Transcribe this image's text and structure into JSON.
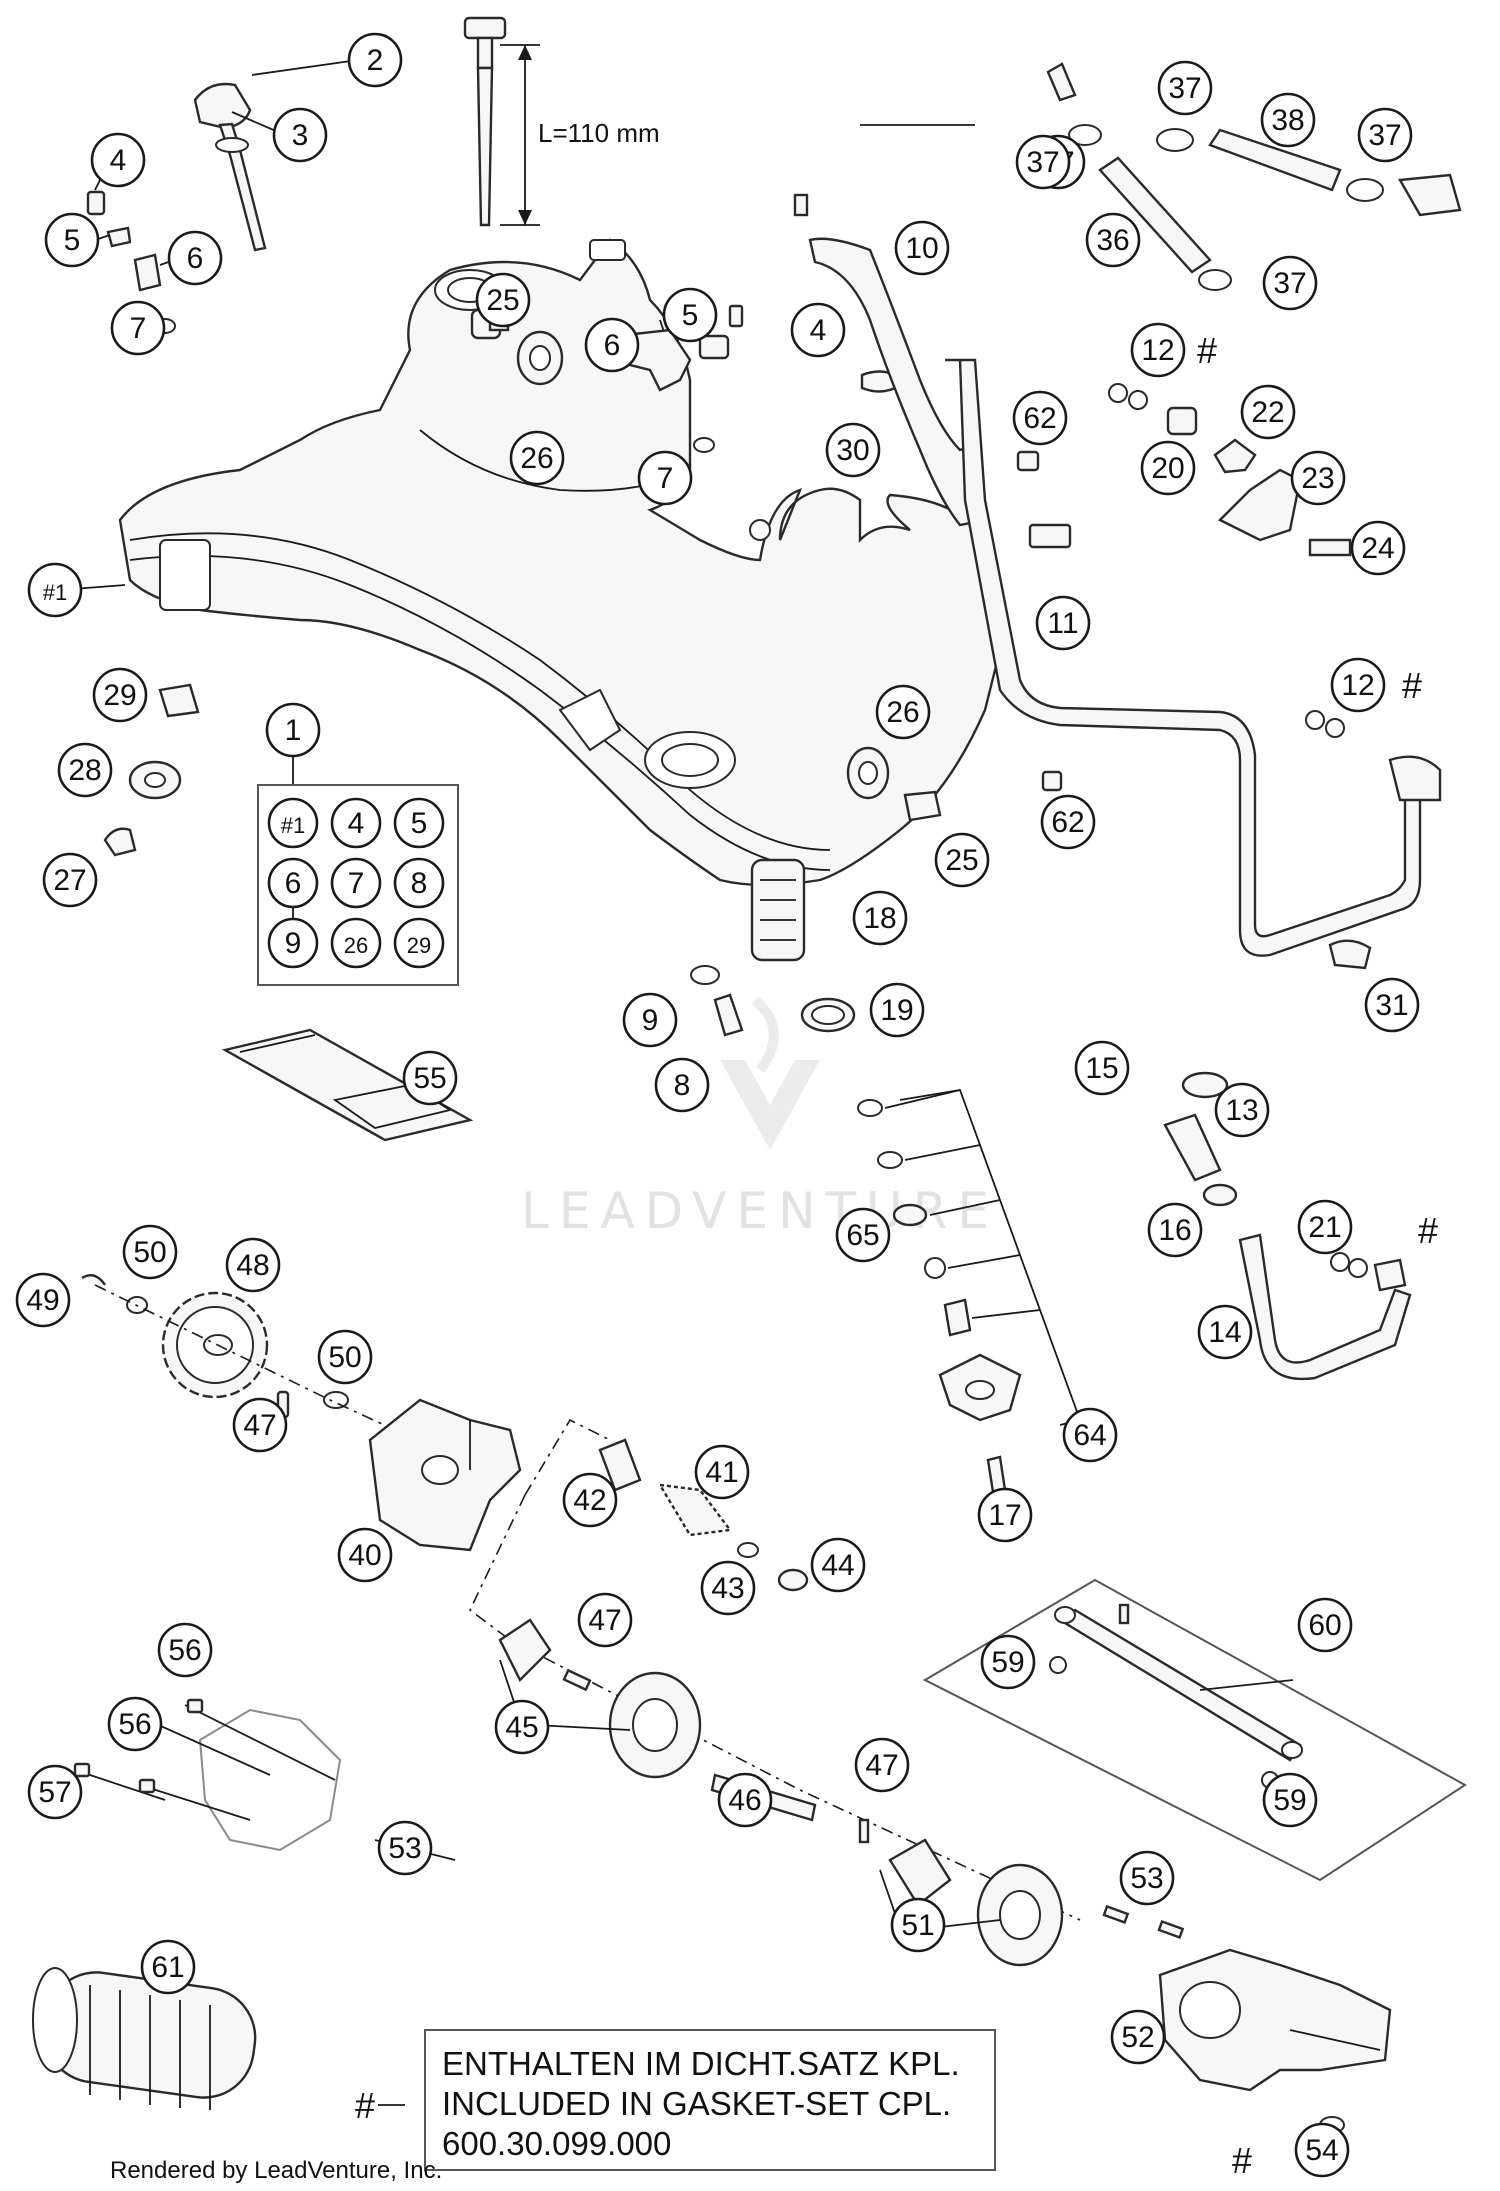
{
  "dimension_label": "L=110 mm",
  "watermark": "LEADVENTURE",
  "footer_credit": "Rendered by LeadVenture, Inc.",
  "legend": {
    "marker": "#",
    "lines": [
      "ENTHALTEN IM DICHT.SATZ KPL.",
      "INCLUDED IN GASKET-SET CPL.",
      "600.30.099.000"
    ]
  },
  "kit": {
    "label": "1",
    "items": [
      "#1",
      "4",
      "5",
      "6",
      "7",
      "8",
      "9",
      "26",
      "29"
    ]
  },
  "callouts": [
    "#1",
    "2",
    "3",
    "4",
    "5",
    "6",
    "7",
    "4",
    "5",
    "6",
    "7",
    "8",
    "9",
    "10",
    "11",
    "12",
    "12",
    "13",
    "14",
    "15",
    "16",
    "17",
    "18",
    "19",
    "20",
    "21",
    "22",
    "23",
    "24",
    "25",
    "25",
    "26",
    "26",
    "27",
    "28",
    "29",
    "30",
    "31",
    "36",
    "37",
    "37",
    "37",
    "37",
    "37",
    "38",
    "40",
    "41",
    "42",
    "43",
    "44",
    "45",
    "46",
    "47",
    "47",
    "47",
    "48",
    "49",
    "50",
    "50",
    "51",
    "52",
    "53",
    "53",
    "54",
    "55",
    "56",
    "56",
    "57",
    "59",
    "59",
    "60",
    "61",
    "62",
    "62",
    "64",
    "65"
  ],
  "gasket_marks": [
    "#",
    "#",
    "#",
    "#"
  ]
}
